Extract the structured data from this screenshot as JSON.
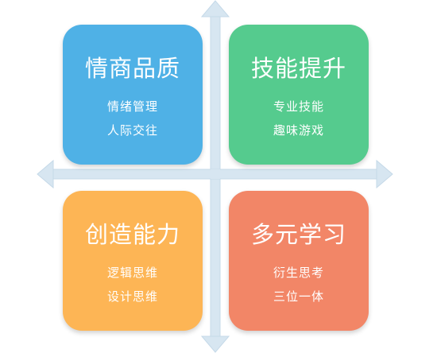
{
  "colors": {
    "axis": "#d7e6f1",
    "axis_edge": "#c5d9e8",
    "skill_blue": "#4fb1e6",
    "skill_green": "#55cb8e",
    "skill_orange": "#fdb555",
    "skill_red": "#f28667"
  },
  "quadrants": [
    {
      "title": "情商品质",
      "items": [
        "情绪管理",
        "人际交往"
      ]
    },
    {
      "title": "技能提升",
      "items": [
        "专业技能",
        "趣味游戏"
      ]
    },
    {
      "title": "创造能力",
      "items": [
        "逻辑思维",
        "设计思维"
      ]
    },
    {
      "title": "多元学习",
      "items": [
        "衍生思考",
        "三位一体"
      ]
    }
  ]
}
